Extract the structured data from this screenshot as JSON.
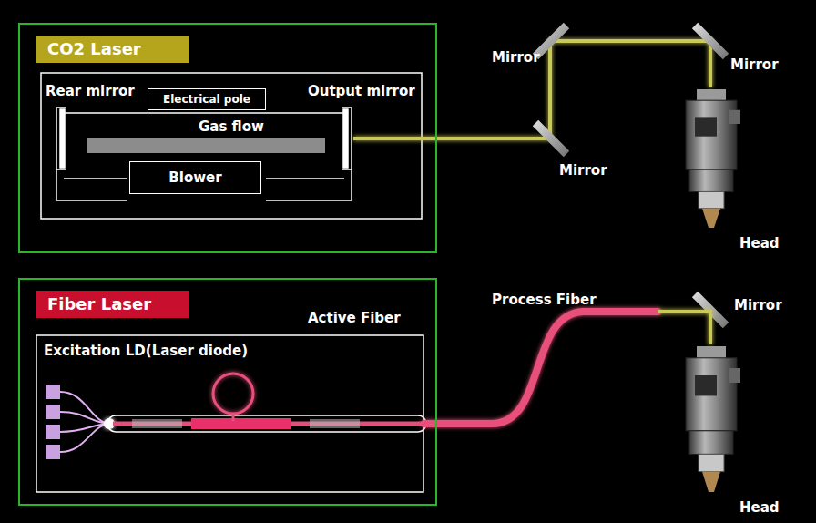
{
  "diagram": {
    "nodes": [
      {
        "text": [
          "CO2 Laser"
        ]
      },
      {
        "text": [
          "Electrical pole"
        ],
        "in": 0
      },
      {
        "text": [
          "Blower"
        ],
        "in": 0
      },
      {
        "text": [
          "Fiber Laser"
        ]
      }
    ],
    "labels": [
      "Rear mirror",
      "Gas flow",
      "Output mirror",
      "Mirror",
      "Mirror",
      "Mirror",
      "Head",
      "Active Fiber",
      "Excitation LD(Laser diode)",
      "Process Fiber",
      "Mirror",
      "Head"
    ]
  }
}
